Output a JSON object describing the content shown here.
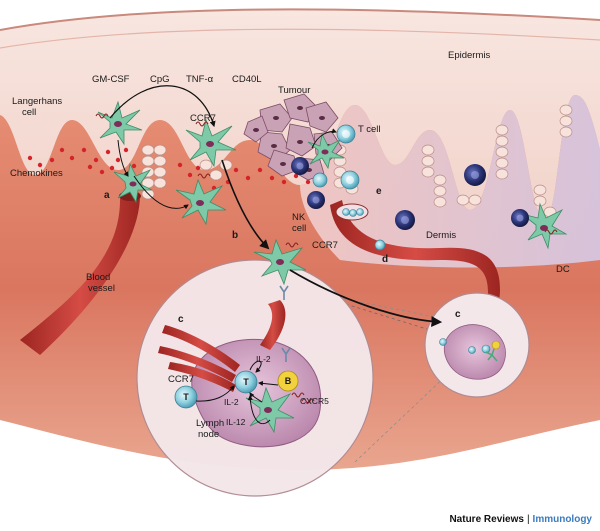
{
  "labels": {
    "epidermis": "Epidermis",
    "dermis": "Dermis",
    "gm_csf": "GM-CSF",
    "cpg": "CpG",
    "tnf": "TNF-α",
    "cd40l": "CD40L",
    "langerhans_1": "Langerhans",
    "langerhans_2": "cell",
    "chemokines": "Chemokines",
    "ccr7_top": "CCR7",
    "ccr7_mid": "CCR7",
    "ccr7_inset": "CCR7",
    "tumour": "Tumour",
    "t_cell": "T cell",
    "nk_1": "NK",
    "nk_2": "cell",
    "blood_1": "Blood",
    "blood_2": "vessel",
    "dc": "DC",
    "il2_top": "IL-2",
    "il2_bottom": "IL-2",
    "il12": "IL-12",
    "cxcr5": "CXCR5",
    "lymph_1": "Lymph",
    "lymph_2": "node",
    "t_left": "T",
    "t_center": "T",
    "b_cell": "B"
  },
  "panel_letters": {
    "a": "a",
    "b": "b",
    "c_left": "c",
    "c_right": "c",
    "d": "d",
    "e": "e"
  },
  "footer": {
    "publisher": "Nature Reviews",
    "separator": "|",
    "journal": "Immunology"
  },
  "colors": {
    "epidermis": "#f3dad2",
    "dermis_pink": "#ead5dd",
    "dermis_lavender": "#d9c9df",
    "tissue_red": "#d9725f",
    "tissue_dark": "#c45a49",
    "vessel": "#b8322d",
    "dc_green": "#7ec9a7",
    "t_cell_blue": "#8fd0df",
    "nk_navy": "#2c3577",
    "b_cell_yellow": "#f2d23c",
    "lymph_node": "#d4a8c8",
    "journal_blue": "#3a7bbf"
  }
}
